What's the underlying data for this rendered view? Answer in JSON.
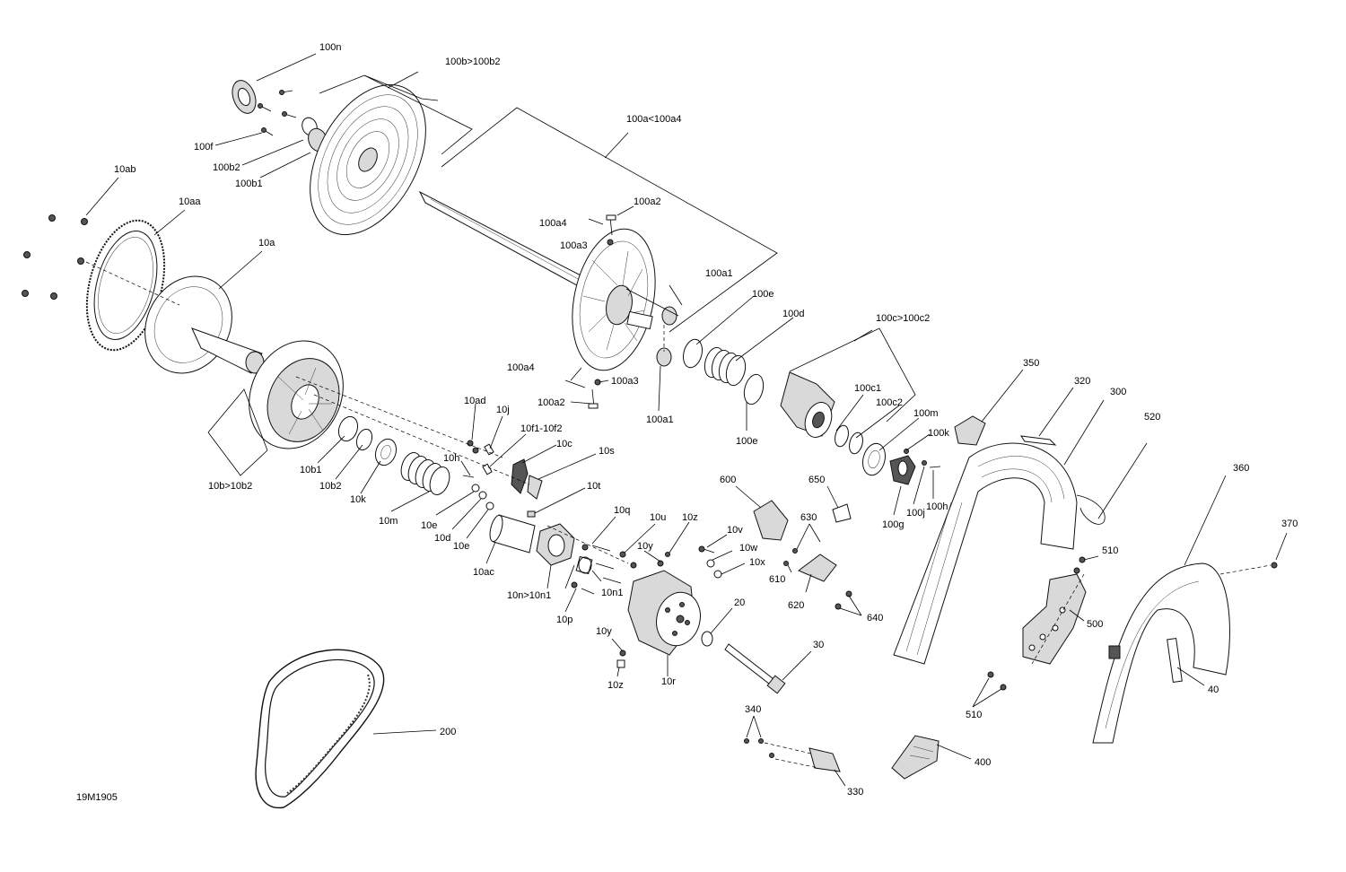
{
  "diagram_code": "19M1905",
  "labels": {
    "l100n": "100n",
    "l100b_100b2": "100b>100b2",
    "l100f": "100f",
    "l100b2": "100b2",
    "l100b1": "100b1",
    "l100a_100a4": "100a<100a4",
    "l10ab": "10ab",
    "l10aa": "10aa",
    "l10a": "10a",
    "l100a4_top": "100a4",
    "l100a2_top": "100a2",
    "l100a3_top": "100a3",
    "l100a1_top": "100a1",
    "l100e_top": "100e",
    "l100d": "100d",
    "l100c_100c2": "100c>100c2",
    "l100c1": "100c1",
    "l100c2": "100c2",
    "l100m": "100m",
    "l100k": "100k",
    "l100e_bot": "100e",
    "l100a1_bot": "100a1",
    "l100a4_bot": "100a4",
    "l100a3_bot": "100a3",
    "l100a2_bot": "100a2",
    "l10ad": "10ad",
    "l10j": "10j",
    "l10f1_10f2": "10f1-10f2",
    "l10c": "10c",
    "l10s": "10s",
    "l10h": "10h",
    "l10t": "10t",
    "l10b1": "10b1",
    "l10b2": "10b2",
    "l10b_10b2": "10b>10b2",
    "l10k": "10k",
    "l10m": "10m",
    "l10e_a": "10e",
    "l10d": "10d",
    "l10e_b": "10e",
    "l10ac": "10ac",
    "l10q": "10q",
    "l10u": "10u",
    "l10z_top": "10z",
    "l10y_top": "10y",
    "l10v": "10v",
    "l10w": "10w",
    "l10x": "10x",
    "l10n_10n1": "10n>10n1",
    "l10n1": "10n1",
    "l10p": "10p",
    "l10y_bot": "10y",
    "l10z_bot": "10z",
    "l10r": "10r",
    "l20": "20",
    "l30": "30",
    "l600": "600",
    "l650": "650",
    "l630": "630",
    "l610": "610",
    "l620": "620",
    "l640": "640",
    "l100g": "100g",
    "l100j": "100j",
    "l100h": "100h",
    "l350": "350",
    "l320": "320",
    "l300": "300",
    "l520": "520",
    "l360": "360",
    "l370": "370",
    "l510_top": "510",
    "l500": "500",
    "l510_bot": "510",
    "l40": "40",
    "l200": "200",
    "l340": "340",
    "l330": "330",
    "l400": "400"
  }
}
